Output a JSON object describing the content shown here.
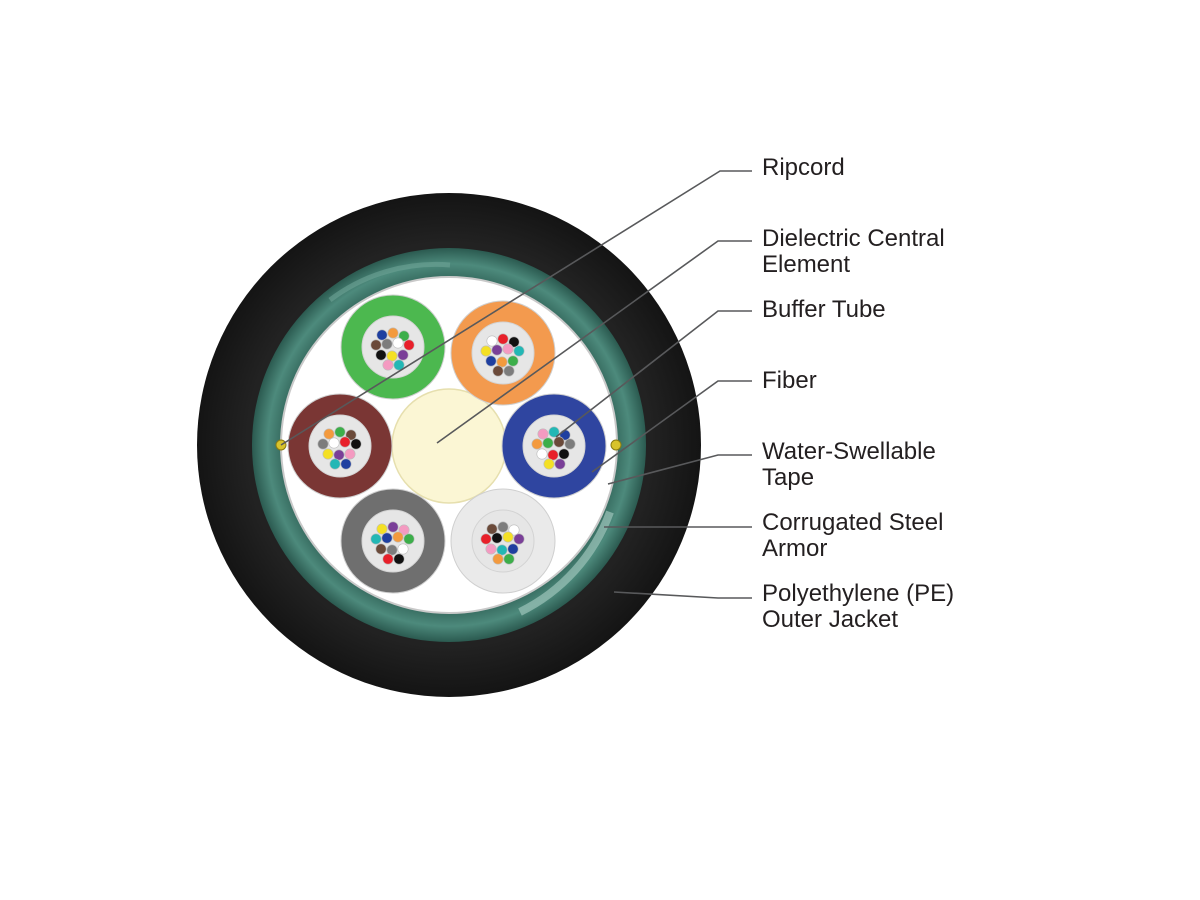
{
  "labels": {
    "ripcord": [
      "Ripcord"
    ],
    "central_element": [
      "Dielectric Central",
      "Element"
    ],
    "buffer_tube": [
      "Buffer Tube"
    ],
    "fiber": [
      "Fiber"
    ],
    "water_swellable_tape": [
      "Water-Swellable",
      "Tape"
    ],
    "armor": [
      "Corrugated Steel",
      "Armor"
    ],
    "outer_jacket": [
      "Polyethylene (PE)",
      "Outer Jacket"
    ]
  },
  "colors": {
    "outer_jacket": "#1d1d1d",
    "armor": "#3e7367",
    "armor_highlight": "#8fb7ad",
    "tape": "#ffffff",
    "central_element": "#fbf6d4",
    "ripcord": "#d8c32b",
    "tube_inner": "#e6e6e6"
  },
  "buffer_tubes": [
    {
      "name": "green",
      "color": "#4cb84f"
    },
    {
      "name": "orange",
      "color": "#f39a4e"
    },
    {
      "name": "blue",
      "color": "#2f45a0"
    },
    {
      "name": "white",
      "color": "#eaeaea"
    },
    {
      "name": "slate",
      "color": "#6f6f6f"
    },
    {
      "name": "brown",
      "color": "#7a3634"
    }
  ],
  "fiber_colors": [
    "#1f3fa0",
    "#f39a3e",
    "#3cae4a",
    "#6b4a3a",
    "#7c7c7c",
    "#ffffff",
    "#e8202a",
    "#111111",
    "#f4e025",
    "#7a3f98",
    "#f49ac1",
    "#23b7b5"
  ]
}
